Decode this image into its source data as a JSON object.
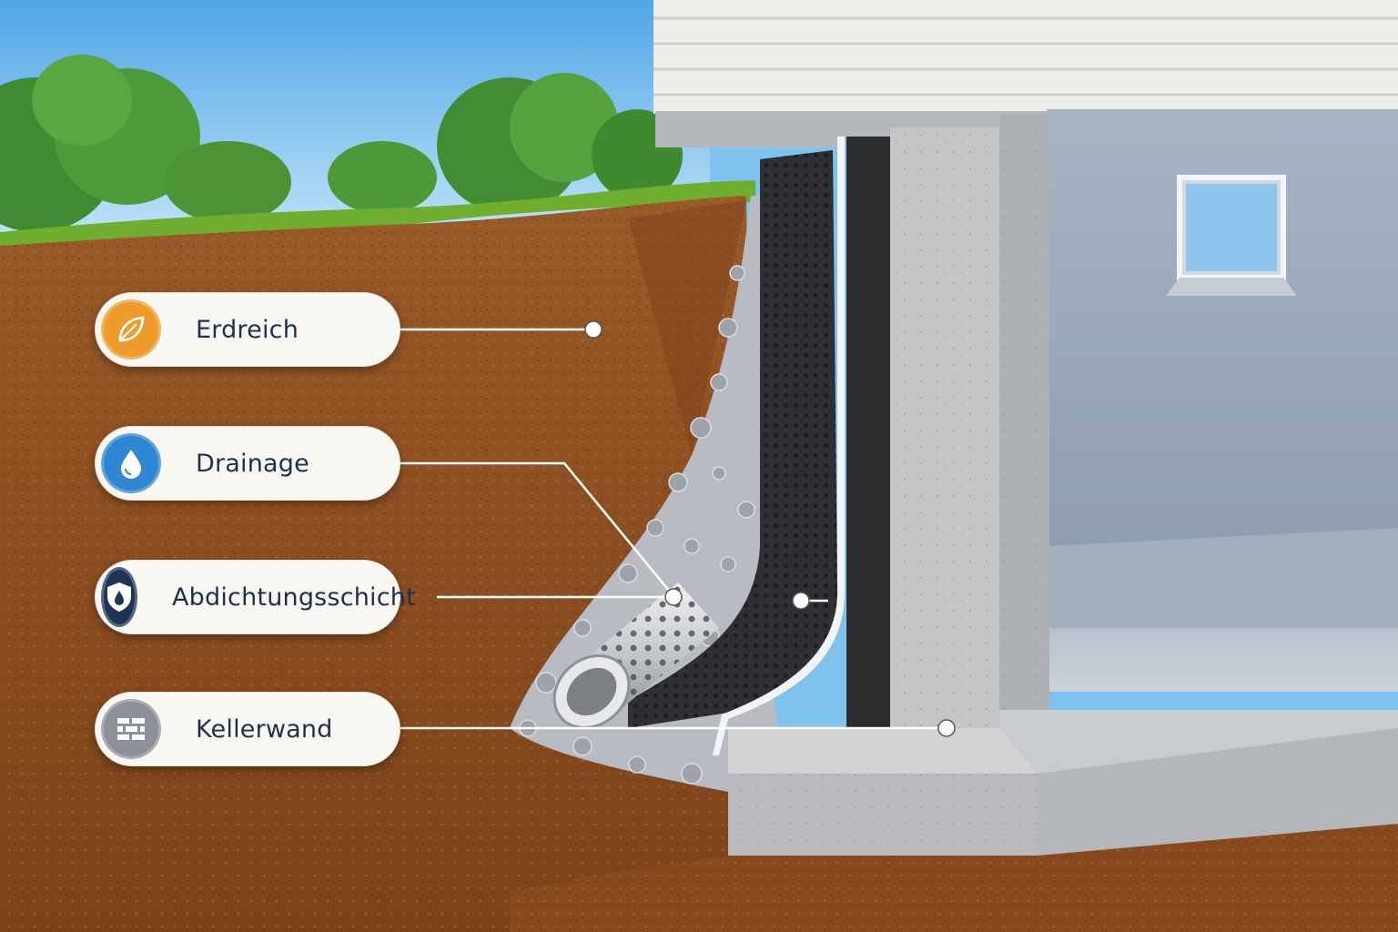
{
  "labels": [
    {
      "text": "Erdreich",
      "icon": "leaf-icon",
      "color": "#ee9b2d"
    },
    {
      "text": "Drainage",
      "icon": "water-drop-icon",
      "color": "#2f86d2"
    },
    {
      "text": "Abdichtungsschicht",
      "icon": "shield-drop-icon",
      "color": "#1e3556"
    },
    {
      "text": "Kellerwand",
      "icon": "brick-wall-icon",
      "color": "#8c9199"
    }
  ],
  "colors": {
    "sky": "#7ec3ee",
    "grass": "#6fae2e",
    "soil": "#8a4f22",
    "gravel": "#b8bcc2",
    "membrane": "#2f3134",
    "concrete": "#c3c5c7",
    "interior": "#9aa8bb"
  }
}
